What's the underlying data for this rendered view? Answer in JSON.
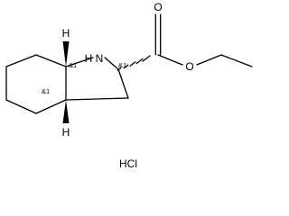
{
  "molecule": {
    "atoms": {
      "nitrogen_label": "N",
      "nitrogen_hydrogen_label": "H",
      "bridgehead_top_hydrogen_label": "H",
      "bridgehead_bottom_hydrogen_label": "H",
      "carbonyl_oxygen_label": "O",
      "ester_oxygen_label": "O"
    },
    "stereo_labels": {
      "bridgehead_top": "&1",
      "bridgehead_bottom": "&1",
      "alpha_carbon": "&1"
    },
    "salt_label": "HCl"
  }
}
